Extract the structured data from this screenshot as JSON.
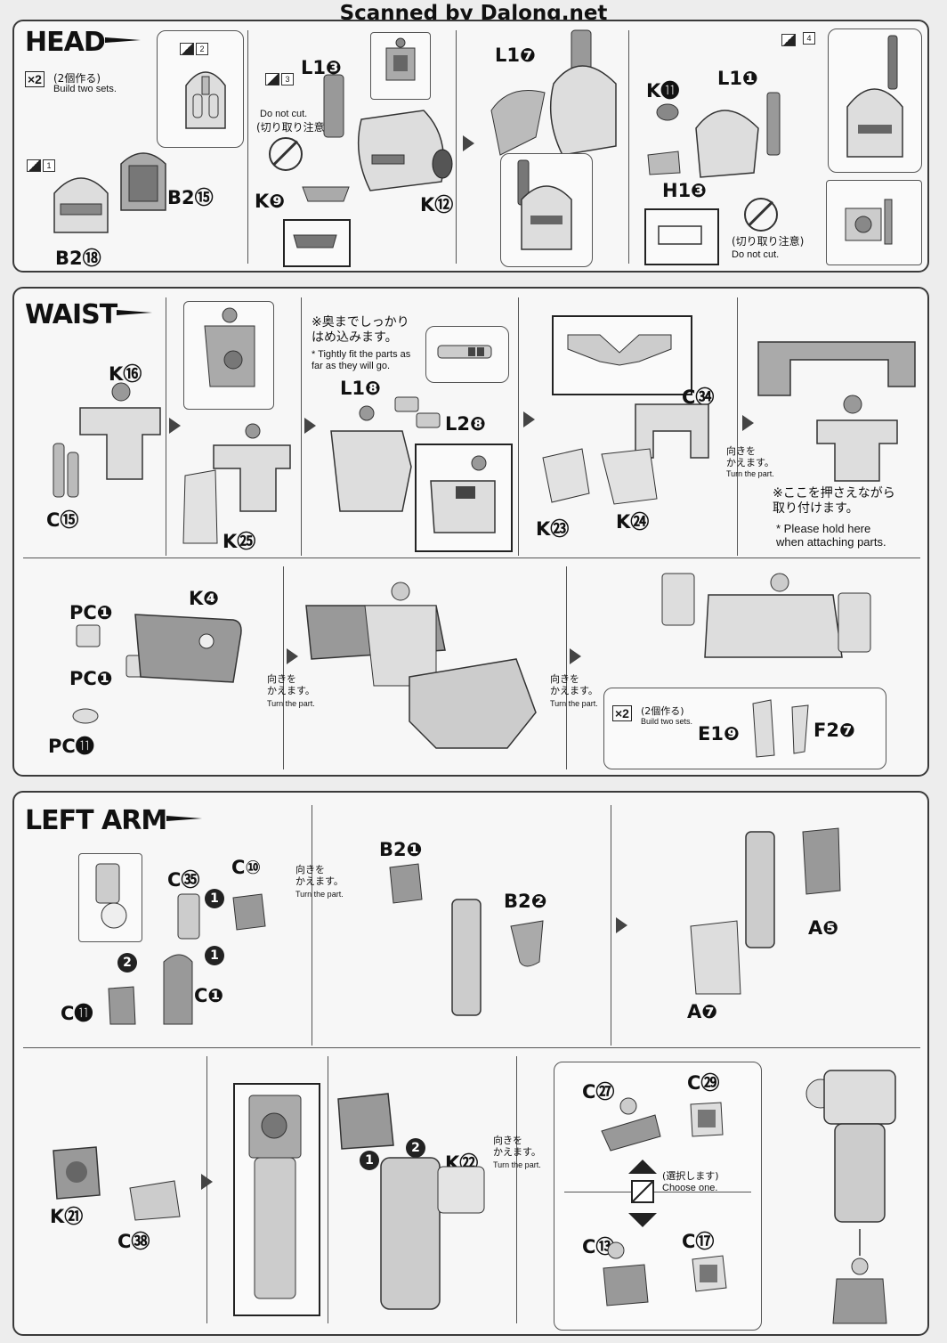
{
  "watermark": "Scanned by Dalong.net",
  "head": {
    "title": "HEAD",
    "build_two_jp": "(2個作る)",
    "build_two_en": "Build two sets.",
    "x2": "×2",
    "flags": [
      "1",
      "2",
      "3",
      "4"
    ],
    "parts": [
      "B2⑮",
      "B2⑱",
      "L1❸",
      "K❾",
      "K⑫",
      "L1❼",
      "K⓫",
      "L1❶",
      "H1❸"
    ],
    "no_cut_en": "Do not cut.",
    "no_cut_jp": "(切り取り注意)"
  },
  "waist": {
    "title": "WAIST",
    "parts": [
      "K⑯",
      "C⑮",
      "K㉕",
      "L1❽",
      "L2❽",
      "C㉞",
      "K㉓",
      "K㉔",
      "PC❶",
      "PC❶",
      "PC⓫",
      "K❹",
      "E1❾",
      "F2❼"
    ],
    "fit_jp": "※奥までしっかり\nはめ込みます。",
    "fit_en": "* Tightly fit the parts as\nfar as they will go.",
    "turn_jp": "向きを\nかえます。",
    "turn_en": "Turn the part.",
    "hold_jp": "※ここを押さえながら\n取り付けます。",
    "hold_en": "* Please hold here\nwhen attaching parts.",
    "build_two_jp": "(2個作る)",
    "build_two_en": "Build two sets.",
    "x2": "×2"
  },
  "left_arm": {
    "title": "LEFT ARM",
    "parts": [
      "C㉟",
      "C⑩",
      "C⓫",
      "C❶",
      "B2❶",
      "B2❷",
      "A❺",
      "A❼",
      "K㉑",
      "C㊳",
      "K㉒",
      "C㉗",
      "C㉙",
      "C⑬",
      "C⑰"
    ],
    "turn_jp": "向きを\nかえます。",
    "turn_en": "Turn the part.",
    "choose_jp": "(選択します)",
    "choose_en": "Choose one.",
    "steps": [
      "1",
      "2"
    ]
  }
}
